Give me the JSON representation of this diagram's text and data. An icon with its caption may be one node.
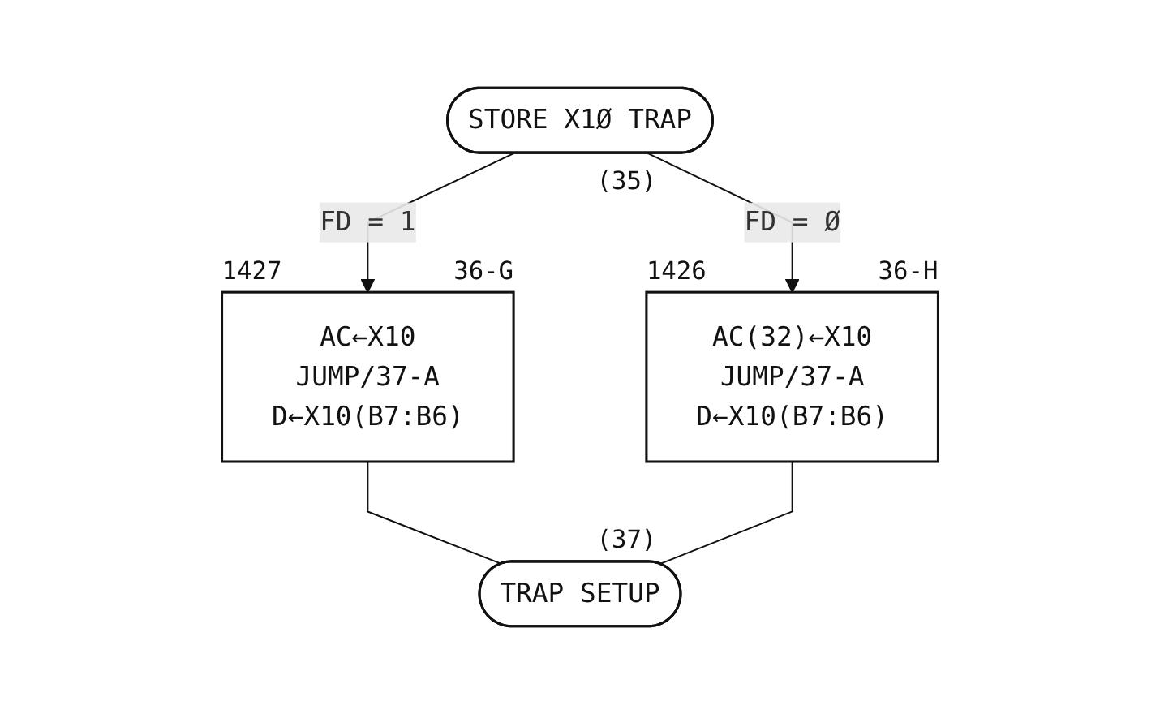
{
  "diagram": {
    "nodes": [
      {
        "text": [
          "STORE X1Ø TRAP"
        ],
        "beside": [
          "(35)"
        ]
      },
      {
        "text": [
          "AC←X10",
          "JUMP/37-A",
          "D←X10(B7:B6)"
        ],
        "beside": [
          "1427",
          "36-G"
        ]
      },
      {
        "text": [
          "AC(32)←X10",
          "JUMP/37-A",
          "D←X10(B7:B6)"
        ],
        "beside": [
          "1426",
          "36-H"
        ]
      },
      {
        "text": [
          "TRAP SETUP"
        ],
        "beside": [
          "(37)"
        ]
      }
    ],
    "edges": [
      {
        "from": 0,
        "to": 1,
        "label": "FD = 1",
        "arrow": "to"
      },
      {
        "from": 0,
        "to": 2,
        "label": "FD = Ø",
        "arrow": "to"
      },
      {
        "from": 1,
        "to": 3,
        "arrow": "none"
      },
      {
        "from": 2,
        "to": 3,
        "arrow": "none"
      }
    ]
  }
}
